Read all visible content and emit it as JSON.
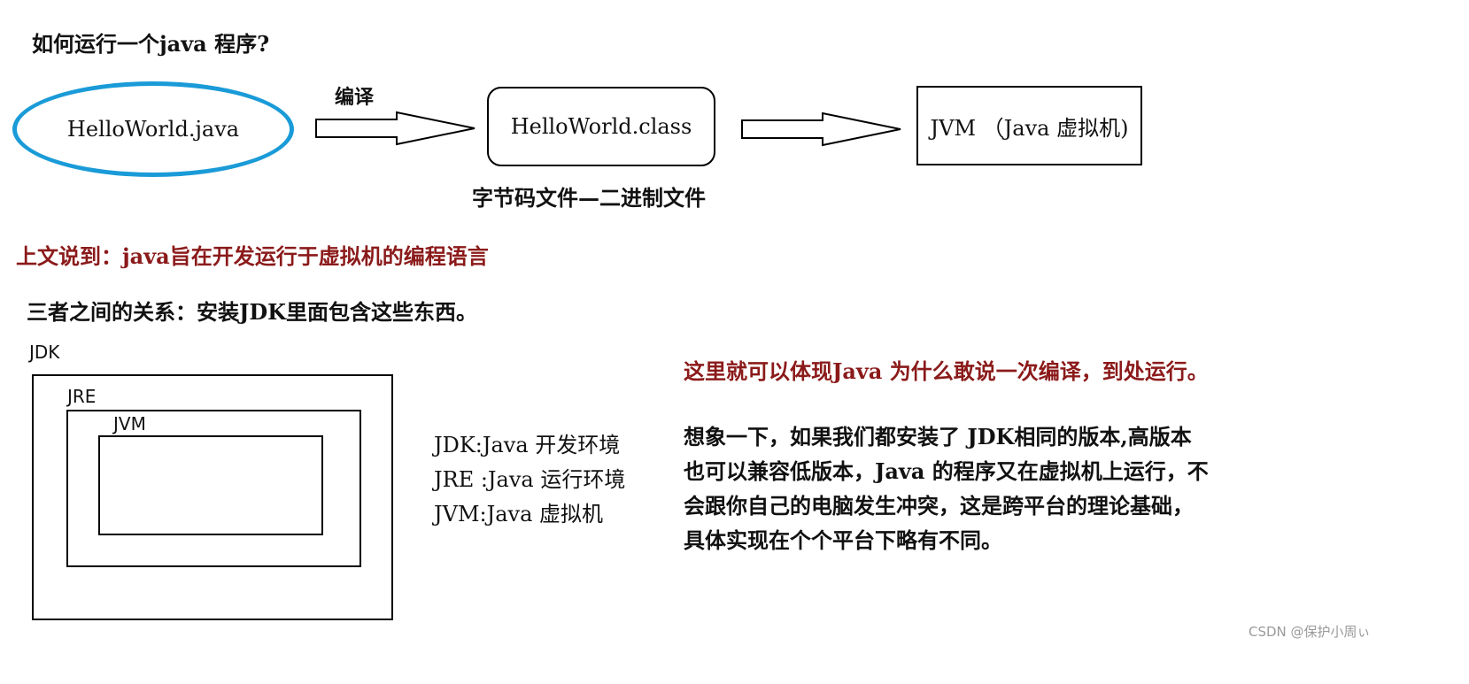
{
  "title": "如何运行一个java 程序?",
  "flow": {
    "source_file": "HelloWorld.java",
    "compile_label": "编译",
    "class_file": "HelloWorld.class",
    "class_caption": "字节码文件—二进制文件",
    "jvm_label": "JVM （Java 虚拟机)",
    "ellipse_color": "#1a9bd8"
  },
  "notes": {
    "said": "上文说到：java旨在开发运行于虚拟机的编程语言",
    "relation": "三者之间的关系：安装JDK里面包含这些东西。",
    "accent_color": "#8b1a1a"
  },
  "nesting": {
    "jdk_label": "JDK",
    "jre_label": "JRE",
    "jvm_label": "JVM"
  },
  "definitions": [
    "JDK:Java 开发环境",
    "JRE :Java 运行环境",
    "JVM:Java  虚拟机"
  ],
  "slogan": "这里就可以体现Java 为什么敢说一次编译，到处运行。",
  "paragraph": [
    "想象一下，如果我们都安装了 JDK相同的版本,高版本",
    "也可以兼容低版本，Java 的程序又在虚拟机上运行，不",
    "会跟你自己的电脑发生冲突，这是跨平台的理论基础，",
    "具体实现在个个平台下略有不同。"
  ],
  "watermark": "CSDN @保护小周ぃ"
}
